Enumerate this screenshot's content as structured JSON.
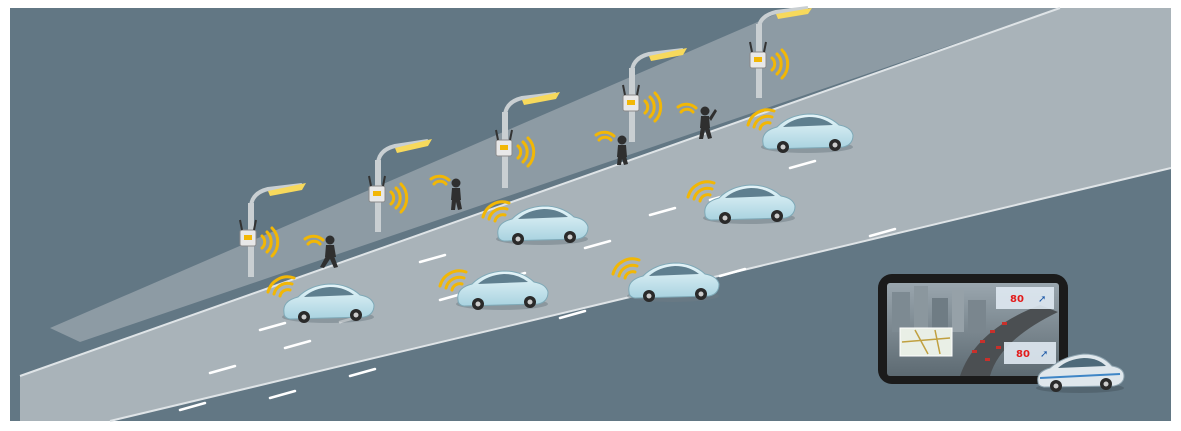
{
  "colors": {
    "background": "#627784",
    "road": "#a9b3b9",
    "sidewalk": "#8d9ba4",
    "lane_marking": "#ffffff",
    "pole": "#c9cfd2",
    "lamp_light": "#f7d95c",
    "signal": "#f2b705",
    "car_body": "#bfe0ea",
    "car_window": "#5f7f8f",
    "pedestrian": "#2f2f2f",
    "tablet_frame": "#1b1b1b",
    "hud_speed": "#e21b1b"
  },
  "hud": {
    "speed_top": "80",
    "speed_bottom": "80"
  },
  "scene": {
    "street_light_count": 5,
    "pedestrian_count": 4,
    "car_count": 7
  }
}
